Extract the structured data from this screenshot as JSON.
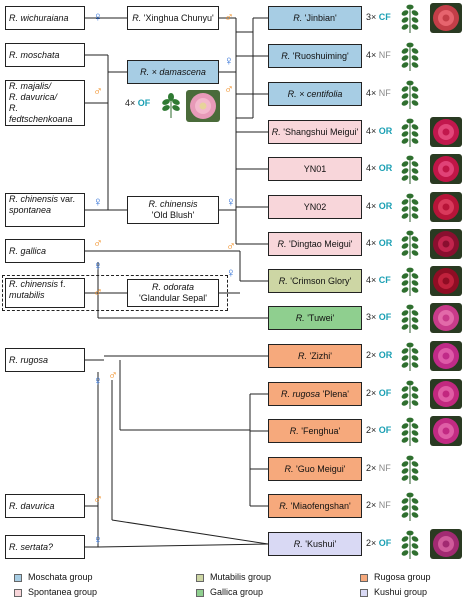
{
  "colors": {
    "moschata": "#a7cde4",
    "spontanea": "#f8d6da",
    "mutabilis": "#cdd6a4",
    "gallica": "#8fcf8f",
    "rugosa": "#f6a97c",
    "kushui": "#d9d9f4",
    "female": "#2f6fd6",
    "male": "#f08a1c",
    "cf": "#1a9fb3",
    "or": "#1a9fb3",
    "of": "#1a9fb3",
    "nf": "#888888"
  },
  "symbols": {
    "female": "♀",
    "male": "♂"
  },
  "parents": {
    "wichuraiana": {
      "italic": "R. wichuraiana",
      "plain": ""
    },
    "moschata": {
      "italic": "R. moschata",
      "plain": ""
    },
    "majalis_a": "R. majalis/",
    "majalis_b": "R. davurica/",
    "majalis_c": "R. fedtschenkoana",
    "spontanea_a": "R. chinensis",
    "spontanea_b": " var.",
    "spontanea_c": "spontanea",
    "gallica": "R. gallica",
    "mutabilis_a": "R. chinensis",
    "mutabilis_b": " f.",
    "mutabilis_c": "mutabilis",
    "rugosa": "R. rugosa",
    "davurica": "R. davurica",
    "sertata": "R. sertata?"
  },
  "intermediates": {
    "xinghua_a": "R.",
    "xinghua_b": " 'Xinghua Chunyu'",
    "damascena_a": "R.",
    "damascena_b": " × damascena",
    "damascena_ploidy_n": "4×",
    "damascena_ploidy_c": "OF",
    "oldblush_a": "R. chinensis",
    "oldblush_b": "'Old Blush'",
    "odorata_a": "R. odorata",
    "odorata_b": "'Glandular Sepal'"
  },
  "cultivars": [
    {
      "prefix": "R.",
      "name": " 'Jinbian'",
      "ploidy": "3×",
      "trait": "CF",
      "group": "moschata"
    },
    {
      "prefix": "R.",
      "name": " 'Ruoshuiming'",
      "ploidy": "4×",
      "trait": "NF",
      "group": "moschata"
    },
    {
      "prefix": "R.",
      "name": " × centifolia",
      "ploidy": "4×",
      "trait": "NF",
      "group": "moschata"
    },
    {
      "prefix": "R.",
      "name": " 'Shangshui Meigui'",
      "ploidy": "4×",
      "trait": "OR",
      "group": "spontanea"
    },
    {
      "prefix": "",
      "name": "YN01",
      "ploidy": "4×",
      "trait": "OR",
      "group": "spontanea"
    },
    {
      "prefix": "",
      "name": "YN02",
      "ploidy": "4×",
      "trait": "OR",
      "group": "spontanea"
    },
    {
      "prefix": "R.",
      "name": " 'Dingtao Meigui'",
      "ploidy": "4×",
      "trait": "OR",
      "group": "spontanea"
    },
    {
      "prefix": "R.",
      "name": " 'Crimson Glory'",
      "ploidy": "4×",
      "trait": "CF",
      "group": "mutabilis"
    },
    {
      "prefix": "R.",
      "name": " 'Tuwei'",
      "ploidy": "3×",
      "trait": "OF",
      "group": "gallica"
    },
    {
      "prefix": "R.",
      "name": " 'Zizhi'",
      "ploidy": "2×",
      "trait": "OR",
      "group": "rugosa"
    },
    {
      "prefix": "R. rugosa",
      "name": " 'Plena'",
      "ploidy": "2×",
      "trait": "OF",
      "group": "rugosa"
    },
    {
      "prefix": "R.",
      "name": " 'Fenghua'",
      "ploidy": "2×",
      "trait": "OF",
      "group": "rugosa"
    },
    {
      "prefix": "R.",
      "name": " 'Guo Meigui'",
      "ploidy": "2×",
      "trait": "NF",
      "group": "rugosa"
    },
    {
      "prefix": "R.",
      "name": " 'Miaofengshan'",
      "ploidy": "2×",
      "trait": "NF",
      "group": "rugosa"
    },
    {
      "prefix": "R.",
      "name": " 'Kushui'",
      "ploidy": "2×",
      "trait": "OF",
      "group": "kushui"
    }
  ],
  "legend": [
    {
      "label": "Moschata group",
      "color": "#a7cde4"
    },
    {
      "label": "Mutabilis group",
      "color": "#cdd6a4"
    },
    {
      "label": "Rugosa group",
      "color": "#f6a97c"
    },
    {
      "label": "Spontanea group",
      "color": "#f8d6da"
    },
    {
      "label": "Gallica group",
      "color": "#8fcf8f"
    },
    {
      "label": "Kushui group",
      "color": "#d9d9f4"
    }
  ]
}
